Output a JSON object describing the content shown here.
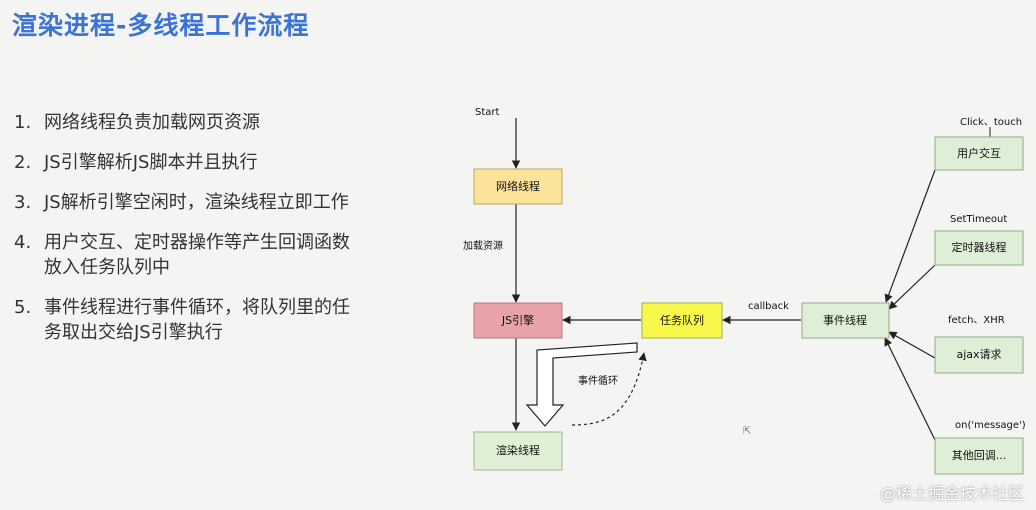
{
  "title": "渲染进程-多线程工作流程",
  "steps": [
    {
      "num": "1.",
      "lines": [
        "网络线程负责加载网页资源"
      ]
    },
    {
      "num": "2.",
      "lines": [
        "JS引擎解析JS脚本并且执行"
      ]
    },
    {
      "num": "3.",
      "lines": [
        "JS解析引擎空闲时，渲染线程立即工作"
      ]
    },
    {
      "num": "4.",
      "lines": [
        "用户交互、定时器操作等产生回调函数",
        "放入任务队列中"
      ]
    },
    {
      "num": "5.",
      "lines": [
        "事件线程进行事件循环，将队列里的任",
        "务取出交给JS引擎执行"
      ]
    }
  ],
  "diagram": {
    "start": "Start",
    "load_label": "加载资源",
    "callback_label": "callback",
    "loop_label": "事件循环",
    "nodes": {
      "network": "网络线程",
      "js_engine": "JS引擎",
      "render": "渲染线程",
      "queue": "任务队列",
      "event": "事件线程",
      "user": "用户交互",
      "timer": "定时器线程",
      "ajax": "ajax请求",
      "other": "其他回调..."
    },
    "sources": {
      "user": "Click、touch",
      "timer": "SetTimeout",
      "ajax": "fetch、XHR",
      "other": "on('message')"
    },
    "colors": {
      "network": "#fbe39a",
      "js_engine": "#e7a3a8",
      "render": "#dff0d6",
      "queue": "#f8f84a",
      "green": "#dfefd7"
    }
  },
  "watermark": "@稀土掘金技术社区"
}
